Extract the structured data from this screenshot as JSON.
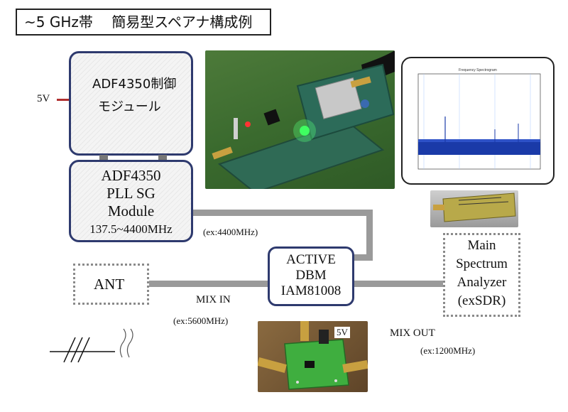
{
  "title": "~5 GHz帯　 簡易型スペアナ構成例",
  "power_label_left": "5V",
  "control_module": {
    "line1": "ADF4350制御",
    "line2": "モジュール"
  },
  "pll_module": {
    "line1": "ADF4350",
    "line2": "PLL SG",
    "line3": "Module",
    "freq": "137.5~4400MHz"
  },
  "lo_example": "(ex:4400MHz)",
  "dbm": {
    "line1": "ACTIVE",
    "line2": "DBM",
    "line3": "IAM81008"
  },
  "ant_label": "ANT",
  "mix_in": {
    "label": "MIX IN",
    "example": "(ex:5600MHz)"
  },
  "mix_out": {
    "label": "MIX OUT",
    "example": "(ex:1200MHz)"
  },
  "analyzer": {
    "line1": "Main",
    "line2": "Spectrum",
    "line3": "Analyzer",
    "line4": "(exSDR)"
  },
  "photo_dbm_label": "5V",
  "spectrum_title": "Frequency Spectrogram"
}
